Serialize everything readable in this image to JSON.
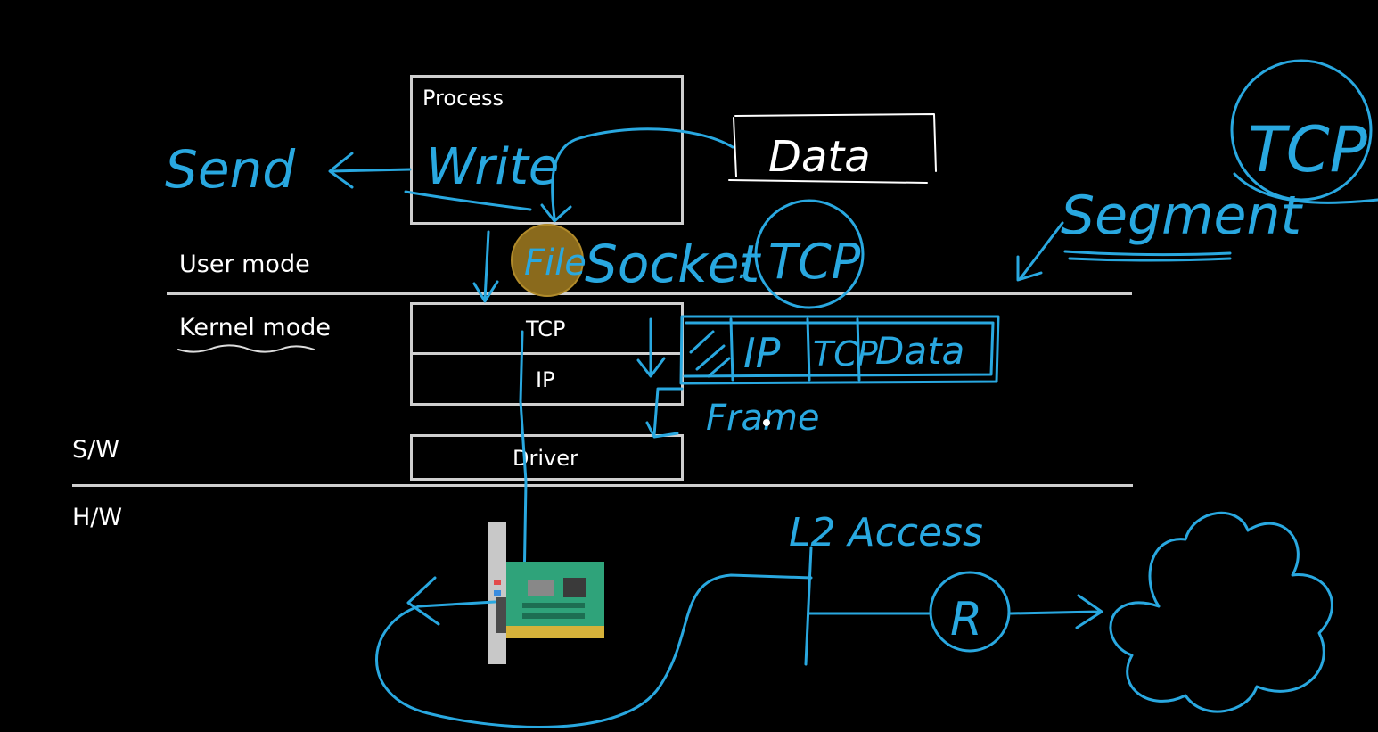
{
  "diagram": {
    "boxes": {
      "process": "Process",
      "tcp": "TCP",
      "ip": "IP",
      "driver": "Driver"
    },
    "labels": {
      "user_mode": "User mode",
      "kernel_mode": "Kernel mode",
      "software": "S/W",
      "hardware": "H/W"
    },
    "handwriting": {
      "send": "Send",
      "write": "Write",
      "data": "Data",
      "file": "File",
      "socket": "Socket",
      "tcp_circle": "TCP",
      "tcp_big_circle": "TCP",
      "segment": "Segment",
      "packet_ip": "IP",
      "packet_tcp": "TCP",
      "packet_data": "Data",
      "frame": "Frame",
      "l2_access": "L2 Access",
      "router": "R"
    },
    "colors": {
      "background": "#000000",
      "box_border": "#cfcfcf",
      "text": "#ffffff",
      "ink": "#29a8e0",
      "file_highlight": "#8a6a1c"
    },
    "icons": [
      "network-card-icon",
      "cloud-icon",
      "router-icon"
    ]
  }
}
